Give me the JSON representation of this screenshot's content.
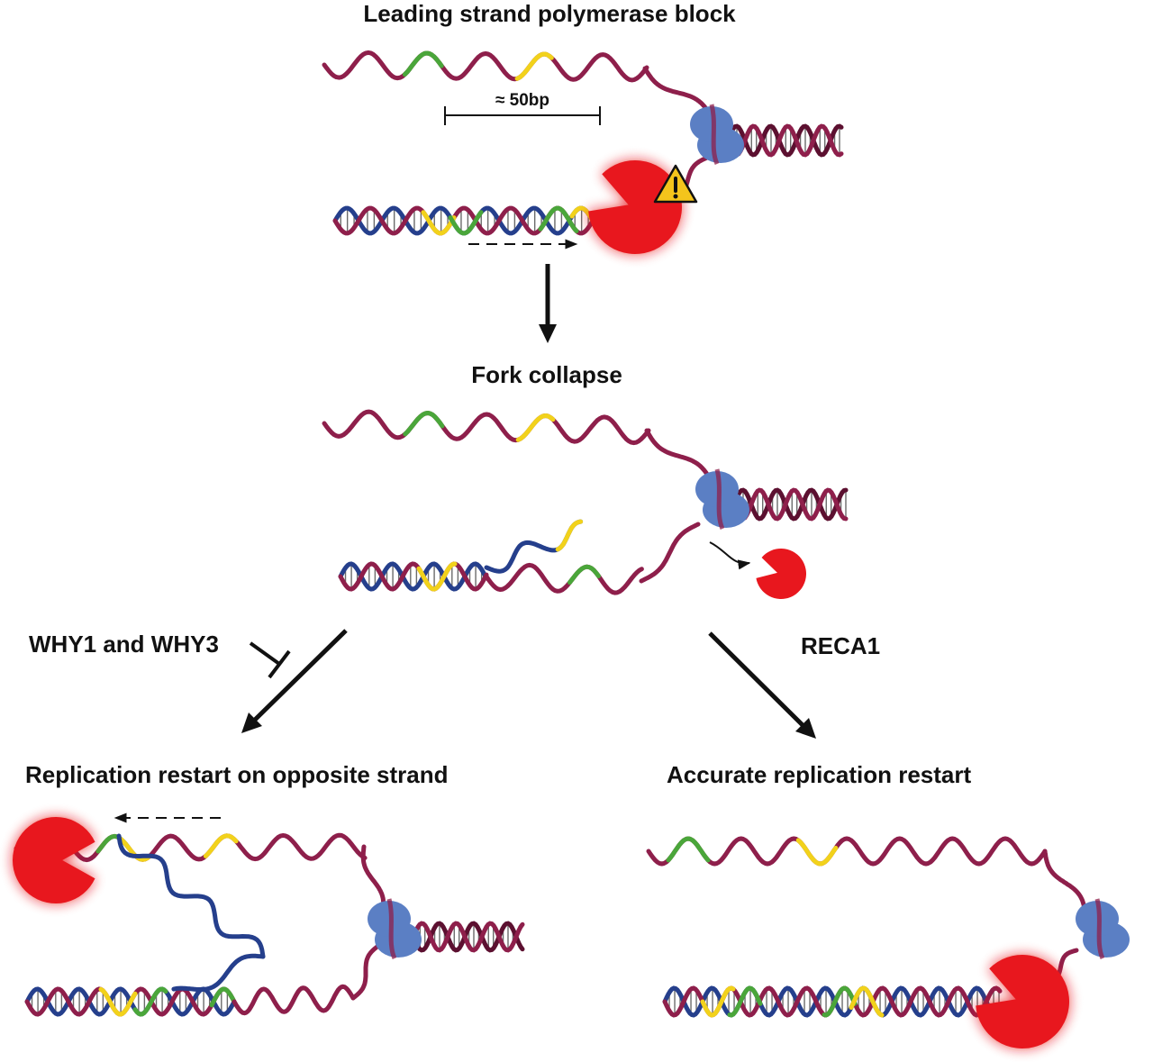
{
  "colors": {
    "strand": "#8e1f4b",
    "strand_dark": "#5c1030",
    "new_strand": "#253f8c",
    "green": "#4aa63a",
    "yellow": "#f2d21b",
    "helicase": "#5b7fc4",
    "polymerase": "#e8171e",
    "rung": "#6b6b6b",
    "warning": "#f4c41c"
  },
  "icons": {
    "helicase": "helicase-icon",
    "polymerase": "polymerase-icon",
    "warning": "warning-icon"
  },
  "labels": {
    "stage1_title": "Leading strand polymerase block",
    "spacing": "≈ 50bp",
    "stage2_title": "Fork collapse",
    "inhibitor": "WHY1 and WHY3",
    "recombinase": "RECA1",
    "stage3_left_title": "Replication restart on opposite strand",
    "stage3_right_title": "Accurate replication restart"
  }
}
